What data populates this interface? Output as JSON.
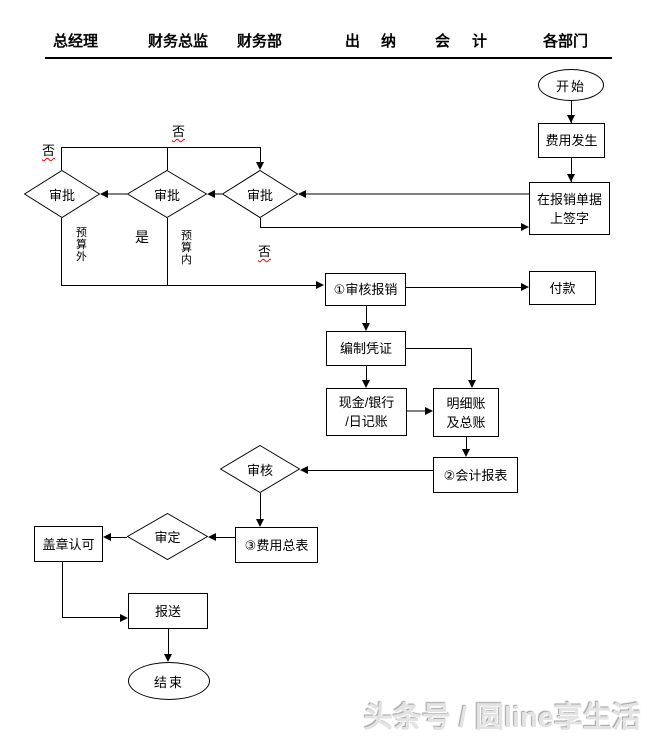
{
  "header": {
    "col1": "总经理",
    "col2": "财务总监",
    "col3": "财务部",
    "col4": "出纳",
    "col5": "会计",
    "col6": "各部门"
  },
  "nodes": {
    "start": "开始",
    "expense": "费用发生",
    "sign1": "在报销单据",
    "sign2": "上签字",
    "approve_dept": "审批",
    "approve_cfo": "审批",
    "approve_gm": "审批",
    "review": "①审核报销",
    "pay": "付款",
    "voucher": "编制凭证",
    "cash1": "现金/银行",
    "cash2": "/日记账",
    "ledger1": "明细账",
    "ledger2": "及总账",
    "report": "②会计报表",
    "audit": "审核",
    "summary": "③费用总表",
    "verdict": "审定",
    "stamp": "盖章认可",
    "submit": "报送",
    "end": "结束"
  },
  "branch_labels": {
    "no_top": "否",
    "no_left": "否",
    "no_loop": "否",
    "yes": "是",
    "over_budget": "预算外",
    "in_budget": "预算内"
  },
  "watermark": "头条号 / 圆line享生活",
  "colors": {
    "line": "#000000",
    "gray_line": "#808080",
    "no_underline": "#ff0000"
  }
}
